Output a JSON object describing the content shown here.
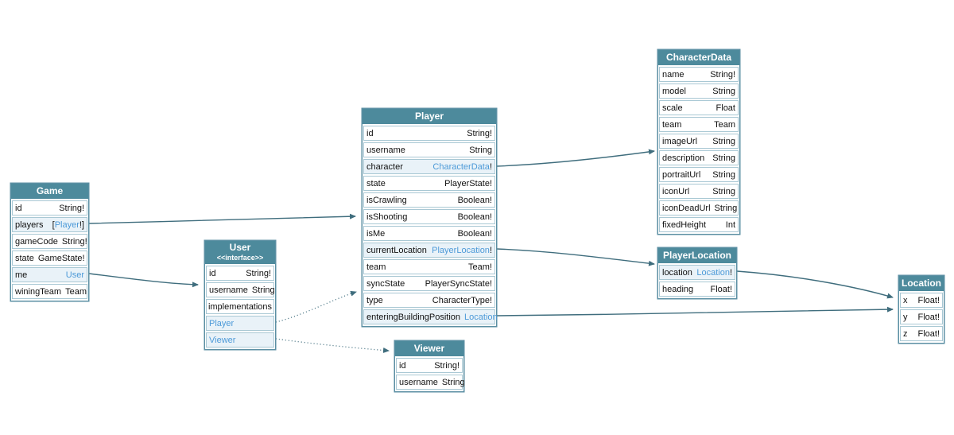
{
  "colors": {
    "header_bg": "#4d8a9c",
    "header_text": "#ffffff",
    "row_bg": "#ffffff",
    "row_link_bg": "#e9f2f8",
    "table_border": "#5b8fa3",
    "row_border": "#a9c8d4",
    "text": "#111111",
    "link": "#4d9ad8",
    "edge": "#3f6d7d"
  },
  "tables": [
    {
      "id": "Game",
      "title": "Game",
      "rows": [
        {
          "name": "id",
          "type": "String!"
        },
        {
          "name": "players",
          "type": "[Player!]",
          "link": "Player"
        },
        {
          "name": "gameCode",
          "type": "String!"
        },
        {
          "name": "state",
          "type": "GameState!"
        },
        {
          "name": "me",
          "type": "User",
          "link": "User"
        },
        {
          "name": "winingTeam",
          "type": "Team"
        }
      ]
    },
    {
      "id": "User",
      "title": "User",
      "subtitle": "<<interface>>",
      "rows": [
        {
          "name": "id",
          "type": "String!"
        },
        {
          "name": "username",
          "type": "String"
        },
        {
          "name": "implementations",
          "kind": "section"
        },
        {
          "name": "Player",
          "kind": "impl"
        },
        {
          "name": "Viewer",
          "kind": "impl"
        }
      ]
    },
    {
      "id": "Player",
      "title": "Player",
      "rows": [
        {
          "name": "id",
          "type": "String!"
        },
        {
          "name": "username",
          "type": "String"
        },
        {
          "name": "character",
          "type": "CharacterData!",
          "link": "CharacterData"
        },
        {
          "name": "state",
          "type": "PlayerState!"
        },
        {
          "name": "isCrawling",
          "type": "Boolean!"
        },
        {
          "name": "isShooting",
          "type": "Boolean!"
        },
        {
          "name": "isMe",
          "type": "Boolean!"
        },
        {
          "name": "currentLocation",
          "type": "PlayerLocation!",
          "link": "PlayerLocation"
        },
        {
          "name": "team",
          "type": "Team!"
        },
        {
          "name": "syncState",
          "type": "PlayerSyncState!"
        },
        {
          "name": "type",
          "type": "CharacterType!"
        },
        {
          "name": "enteringBuildingPosition",
          "type": "Location",
          "link": "Location"
        }
      ]
    },
    {
      "id": "CharacterData",
      "title": "CharacterData",
      "rows": [
        {
          "name": "name",
          "type": "String!"
        },
        {
          "name": "model",
          "type": "String"
        },
        {
          "name": "scale",
          "type": "Float"
        },
        {
          "name": "team",
          "type": "Team"
        },
        {
          "name": "imageUrl",
          "type": "String"
        },
        {
          "name": "description",
          "type": "String"
        },
        {
          "name": "portraitUrl",
          "type": "String"
        },
        {
          "name": "iconUrl",
          "type": "String"
        },
        {
          "name": "iconDeadUrl",
          "type": "String"
        },
        {
          "name": "fixedHeight",
          "type": "Int"
        }
      ]
    },
    {
      "id": "PlayerLocation",
      "title": "PlayerLocation",
      "rows": [
        {
          "name": "location",
          "type": "Location!",
          "link": "Location"
        },
        {
          "name": "heading",
          "type": "Float!"
        }
      ]
    },
    {
      "id": "Viewer",
      "title": "Viewer",
      "rows": [
        {
          "name": "id",
          "type": "String!"
        },
        {
          "name": "username",
          "type": "String"
        }
      ]
    },
    {
      "id": "Location",
      "title": "Location",
      "rows": [
        {
          "name": "x",
          "type": "Float!"
        },
        {
          "name": "y",
          "type": "Float!"
        },
        {
          "name": "z",
          "type": "Float!"
        }
      ]
    }
  ],
  "edges": [
    {
      "from": "Game.players",
      "to": "Player",
      "style": "solid"
    },
    {
      "from": "Game.me",
      "to": "User",
      "style": "solid"
    },
    {
      "from": "User.Player",
      "to": "Player",
      "style": "dotted"
    },
    {
      "from": "User.Viewer",
      "to": "Viewer",
      "style": "dotted"
    },
    {
      "from": "Player.character",
      "to": "CharacterData",
      "style": "solid"
    },
    {
      "from": "Player.currentLocation",
      "to": "PlayerLocation",
      "style": "solid"
    },
    {
      "from": "Player.enteringBuildingPosition",
      "to": "Location",
      "style": "solid"
    },
    {
      "from": "PlayerLocation.location",
      "to": "Location",
      "style": "solid"
    }
  ]
}
